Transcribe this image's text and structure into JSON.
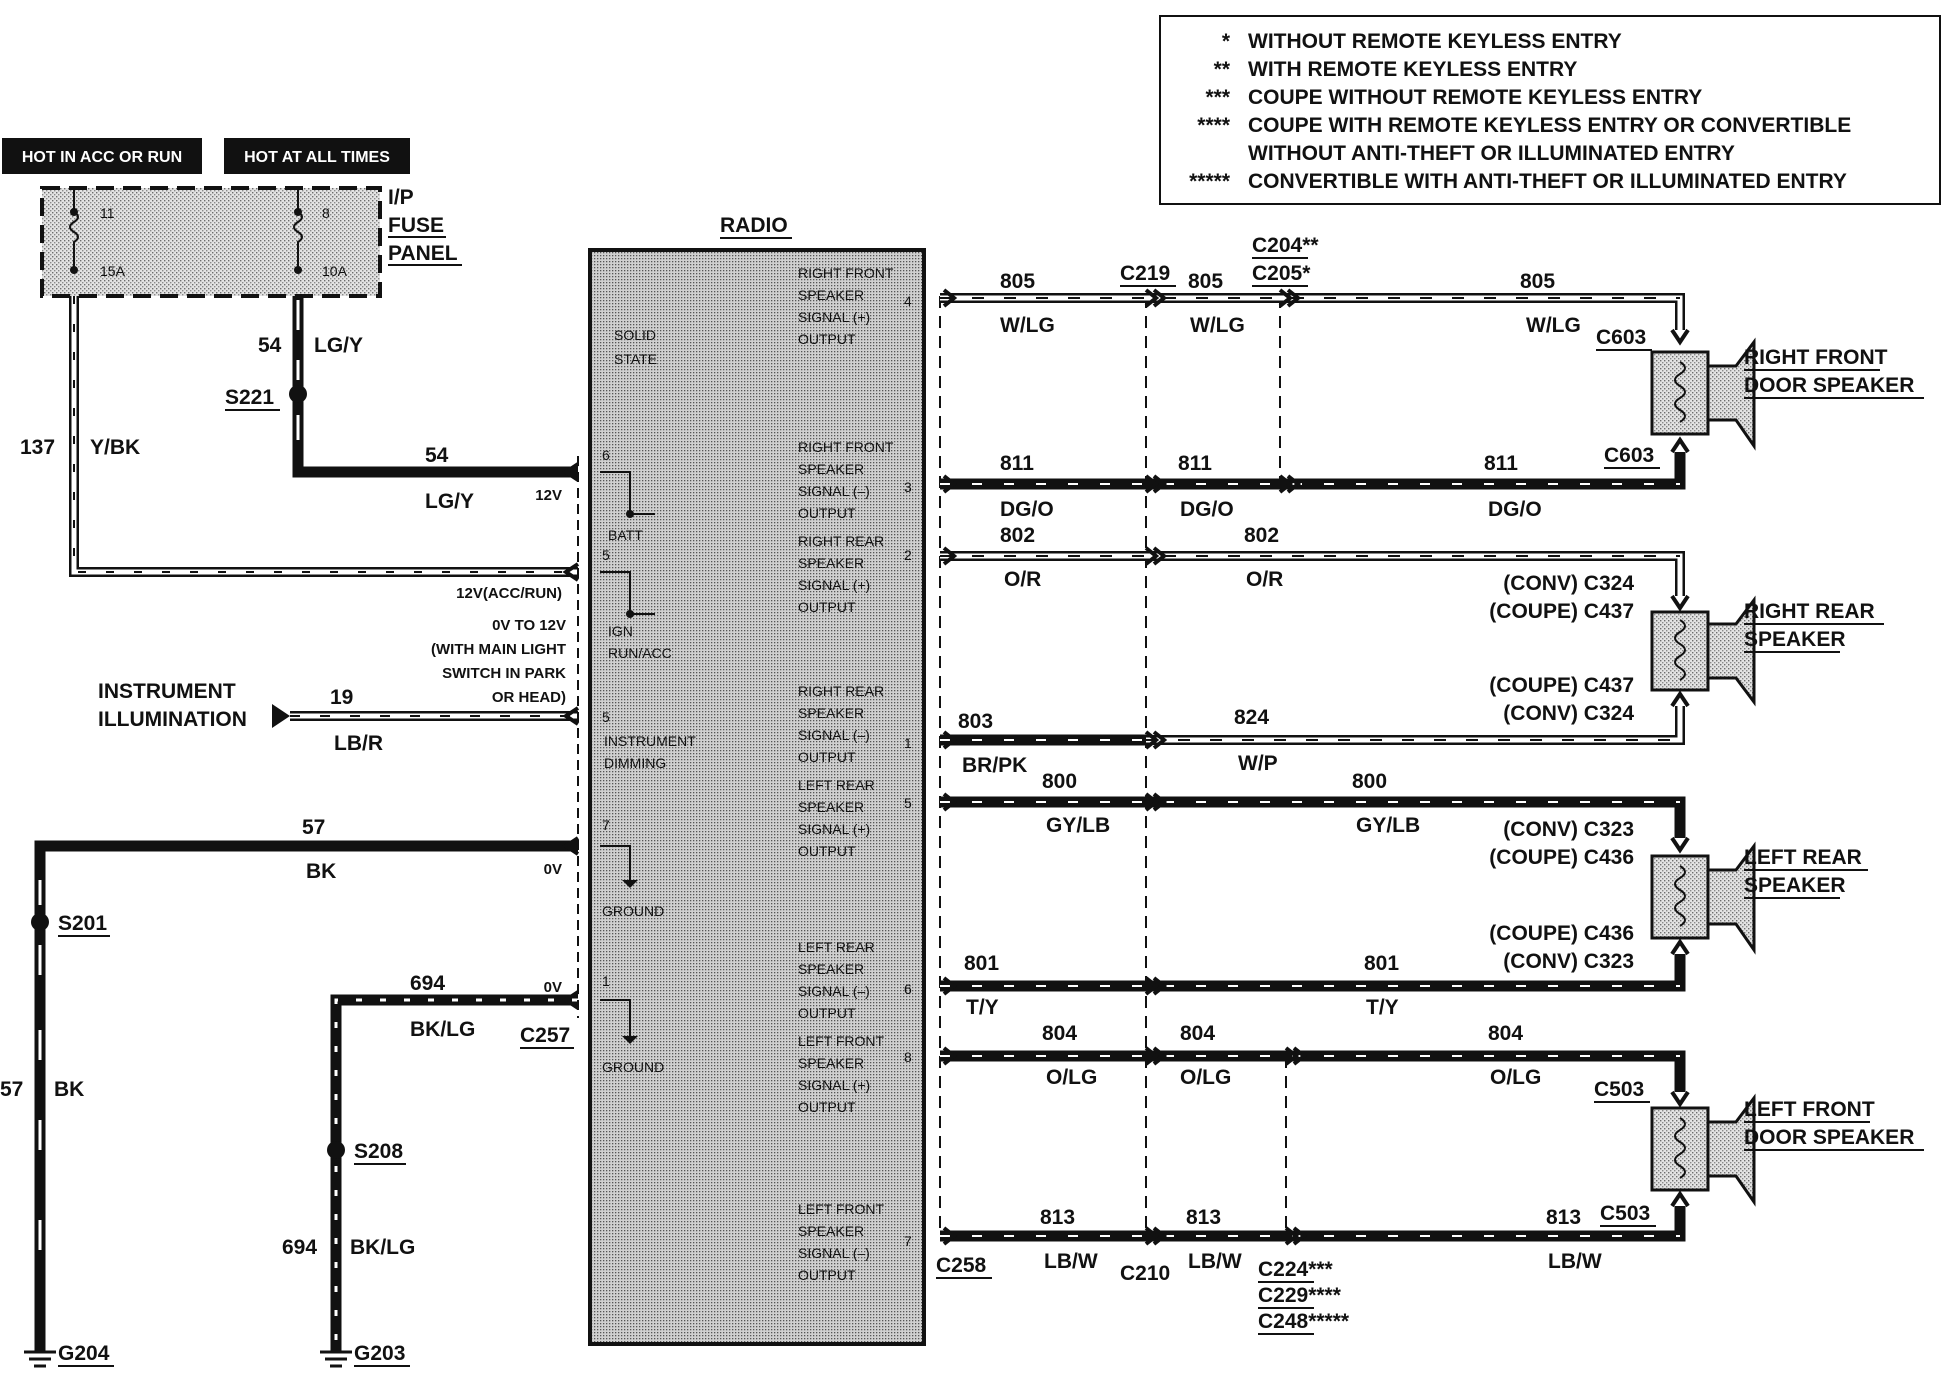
{
  "legend": [
    {
      "mark": "*",
      "text": "WITHOUT REMOTE KEYLESS ENTRY"
    },
    {
      "mark": "**",
      "text": "WITH REMOTE KEYLESS ENTRY"
    },
    {
      "mark": "***",
      "text": "COUPE WITHOUT REMOTE KEYLESS ENTRY"
    },
    {
      "mark": "****",
      "text": "COUPE WITH REMOTE KEYLESS ENTRY OR CONVERTIBLE"
    },
    {
      "mark": "",
      "text": "WITHOUT ANTI-THEFT OR ILLUMINATED ENTRY"
    },
    {
      "mark": "*****",
      "text": "CONVERTIBLE WITH ANTI-THEFT OR ILLUMINATED ENTRY"
    }
  ],
  "hot_labels": {
    "acc_run": "HOT IN ACC OR RUN",
    "all_times": "HOT AT ALL TIMES"
  },
  "fuse_panel": {
    "title_lines": [
      "I/P",
      "FUSE",
      "PANEL"
    ],
    "fuse_left_num": "11",
    "fuse_left_amp": "15A",
    "fuse_right_num": "8",
    "fuse_right_amp": "10A"
  },
  "radio": {
    "title": "RADIO",
    "solid_state": [
      "SOLID",
      "STATE"
    ],
    "left_pins": [
      {
        "num": "6",
        "lines": [
          "BATT"
        ]
      },
      {
        "num": "5",
        "lines": [
          "IGN",
          "RUN/ACC"
        ]
      },
      {
        "num": "5",
        "lines": [
          "INSTRUMENT",
          "DIMMING"
        ]
      },
      {
        "num": "7",
        "lines": [
          "GROUND"
        ]
      },
      {
        "num": "1",
        "lines": [
          "GROUND"
        ]
      }
    ],
    "right_pins": [
      {
        "num": "4",
        "lines": [
          "RIGHT FRONT",
          "SPEAKER",
          "SIGNAL (+)",
          "OUTPUT"
        ]
      },
      {
        "num": "3",
        "lines": [
          "RIGHT FRONT",
          "SPEAKER",
          "SIGNAL (–)",
          "OUTPUT"
        ]
      },
      {
        "num": "2",
        "lines": [
          "RIGHT REAR",
          "SPEAKER",
          "SIGNAL (+)",
          "OUTPUT"
        ]
      },
      {
        "num": "1",
        "lines": [
          "RIGHT REAR",
          "SPEAKER",
          "SIGNAL (–)",
          "OUTPUT"
        ]
      },
      {
        "num": "5",
        "lines": [
          "LEFT REAR",
          "SPEAKER",
          "SIGNAL (+)",
          "OUTPUT"
        ]
      },
      {
        "num": "6",
        "lines": [
          "LEFT REAR",
          "SPEAKER",
          "SIGNAL (–)",
          "OUTPUT"
        ]
      },
      {
        "num": "8",
        "lines": [
          "LEFT FRONT",
          "SPEAKER",
          "SIGNAL (+)",
          "OUTPUT"
        ]
      },
      {
        "num": "7",
        "lines": [
          "LEFT FRONT",
          "SPEAKER",
          "SIGNAL (–)",
          "OUTPUT"
        ]
      }
    ],
    "voltage_notes": [
      "12V",
      "12V(ACC/RUN)",
      "0V TO 12V",
      "(WITH MAIN LIGHT",
      "SWITCH IN PARK",
      "OR HEAD)",
      "0V",
      "0V"
    ]
  },
  "left_circuits": {
    "c54_top": "54",
    "c54_top_color": "LG/Y",
    "s221": "S221",
    "c54_mid": "54",
    "c54_mid_color": "LG/Y",
    "c137": "137",
    "c137_color": "Y/BK",
    "instrument": [
      "INSTRUMENT",
      "ILLUMINATION"
    ],
    "c19": "19",
    "c19_color": "LB/R",
    "c57": "57",
    "c57_color": "BK",
    "s201": "S201",
    "c57_v": "57",
    "c57_v_color": "BK",
    "g204": "G204",
    "c694": "694",
    "c694_color": "BK/LG",
    "c257": "C257",
    "s208": "S208",
    "c694_v": "694",
    "c694_v_color": "BK/LG",
    "g203": "G203"
  },
  "connectors": {
    "c219": "C219",
    "c204": "C204**",
    "c205": "C205*",
    "c258": "C258",
    "c210": "C210",
    "c224": "C224***",
    "c229": "C229****",
    "c248": "C248*****"
  },
  "wire_labels": {
    "w805a": "805",
    "w805b": "805",
    "w805c": "805",
    "wlg1": "W/LG",
    "wlg2": "W/LG",
    "wlg3": "W/LG",
    "w811a": "811",
    "w811b": "811",
    "w811c": "811",
    "dgo1": "DG/O",
    "dgo2": "DG/O",
    "dgo3": "DG/O",
    "w802a": "802",
    "w802b": "802",
    "or1": "O/R",
    "or2": "O/R",
    "w803": "803",
    "brpk": "BR/PK",
    "w824": "824",
    "wp": "W/P",
    "w800a": "800",
    "w800b": "800",
    "gylb1": "GY/LB",
    "gylb2": "GY/LB",
    "w801a": "801",
    "w801b": "801",
    "ty1": "T/Y",
    "ty2": "T/Y",
    "w804a": "804",
    "w804b": "804",
    "w804c": "804",
    "olg1": "O/LG",
    "olg2": "O/LG",
    "olg3": "O/LG",
    "w813a": "813",
    "w813b": "813",
    "w813c": "813",
    "lbw1": "LB/W",
    "lbw2": "LB/W",
    "lbw3": "LB/W"
  },
  "speakers": {
    "rf": {
      "name": [
        "RIGHT FRONT",
        "DOOR SPEAKER"
      ],
      "c_top": "C603",
      "c_bot": "C603"
    },
    "rr": {
      "name": [
        "RIGHT REAR",
        "SPEAKER"
      ],
      "top": [
        "(CONV) C324",
        "(COUPE) C437"
      ],
      "bot": [
        "(COUPE) C437",
        "(CONV) C324"
      ]
    },
    "lr": {
      "name": [
        "LEFT REAR",
        "SPEAKER"
      ],
      "top": [
        "(CONV) C323",
        "(COUPE) C436"
      ],
      "bot": [
        "(COUPE) C436",
        "(CONV) C323"
      ]
    },
    "lf": {
      "name": [
        "LEFT FRONT",
        "DOOR SPEAKER"
      ],
      "c_top": "C503",
      "c_bot": "C503"
    }
  }
}
